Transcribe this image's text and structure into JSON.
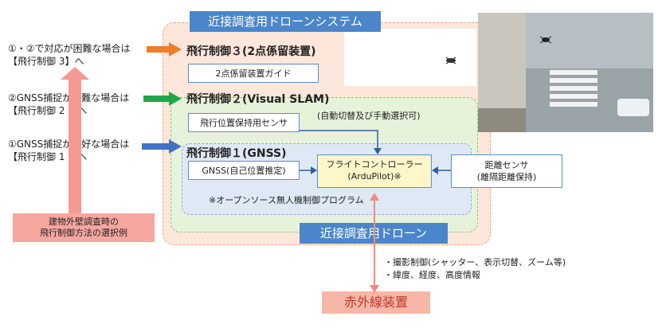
{
  "system_title": "近接調査用ドローンシステム",
  "drone_title": "近接調査用ドローン",
  "ir_title": "赤外線装置",
  "left": {
    "case3_line1": "①・②で対応が困難な場合は",
    "case3_line2": "【飛行制御 3】へ",
    "case2_line1": "②GNSS捕捉が困難な場合は",
    "case2_line2": "【飛行制御 2 】へ",
    "case1_line1": "①GNSS捕捉が良好な場合は",
    "case1_line2": "【飛行制御 1 】へ",
    "example_line1": "建物外壁調査時の",
    "example_line2": "飛行制御方法の選択例"
  },
  "control3": {
    "heading": "飛行制御３(2点係留装置)",
    "box": "2点係留装置ガイド"
  },
  "control2": {
    "heading": "飛行制御２(Visual SLAM)",
    "box": "飛行位置保持用センサ",
    "note": "(自動切替及び手動選択可)"
  },
  "control1": {
    "heading": "飛行制御１(GNSS)",
    "gnss_box": "GNSS(自己位置推定)",
    "fc_line1": "フライトコントローラー",
    "fc_line2": "(ArduPilot)※",
    "dist_line1": "距離センサ",
    "dist_line2": "(離隔距離保持)",
    "footnote": "※オープンソース無人機制御プログラム"
  },
  "ir_notes": {
    "line1": "・撮影制御(シャッター、表示切替、ズーム等)",
    "line2": "・緯度、経度、高度情報"
  },
  "colors": {
    "orange": "#ee7d2c",
    "green": "#1fa84a",
    "blue": "#4472c4",
    "pink": "#f59a93",
    "title_blue": "#4a86c9"
  }
}
